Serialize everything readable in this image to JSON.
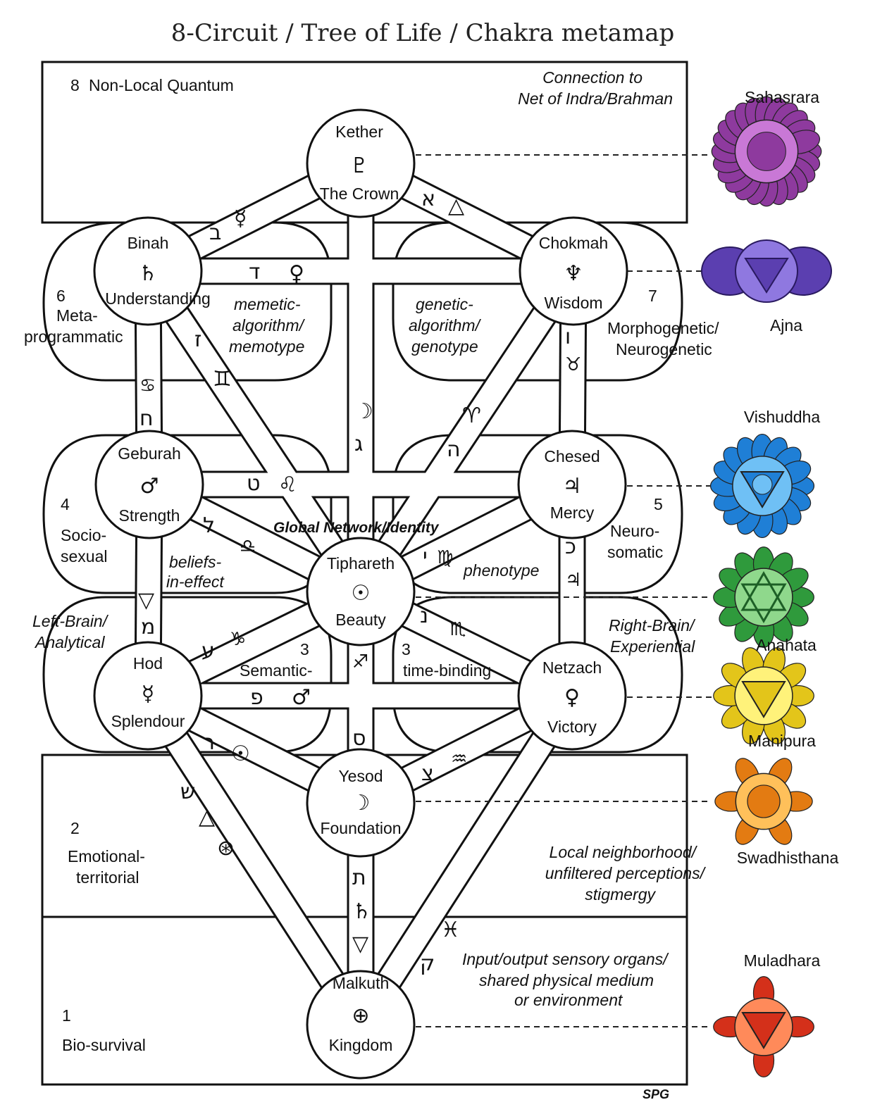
{
  "title": "8-Circuit / Tree of Life / Chakra metamap",
  "circuits": {
    "c8": {
      "num": "8",
      "label": "Non-Local Quantum",
      "note_line1": "Connection to",
      "note_line2": "Net of Indra/Brahman"
    },
    "c7": {
      "num": "7",
      "line1": "Morphogenetic/",
      "line2": "Neurogenetic"
    },
    "c6": {
      "num": "6",
      "line1": "Meta-",
      "line2": "programmatic"
    },
    "c5": {
      "num": "5",
      "line1": "Neuro-",
      "line2": "somatic"
    },
    "c4": {
      "num": "4",
      "line1": "Socio-",
      "line2": "sexual"
    },
    "c3_left": {
      "num": "3",
      "label": "Semantic-"
    },
    "c3_right": {
      "num": "3",
      "label": "time-binding"
    },
    "c2": {
      "num": "2",
      "line1": "Emotional-",
      "line2": "territorial"
    },
    "c1": {
      "num": "1",
      "label": "Bio-survival"
    }
  },
  "notes": {
    "memetic": [
      "memetic-",
      "algorithm/",
      "memotype"
    ],
    "genetic": [
      "genetic-",
      "algorithm/",
      "genotype"
    ],
    "global_network": "Global Network/Identity",
    "beliefs": [
      "beliefs-",
      "in-effect"
    ],
    "phenotype": "phenotype",
    "left_brain": [
      "Left-Brain/",
      "Analytical"
    ],
    "right_brain": [
      "Right-Brain/",
      "Experiential"
    ],
    "local": [
      "Local neighborhood/",
      "unfiltered perceptions/",
      "stigmergy"
    ],
    "input": [
      "Input/output sensory organs/",
      "shared physical medium",
      "or environment"
    ]
  },
  "sephiroth": {
    "kether": {
      "name": "Kether",
      "symbol": "♇",
      "title": "The Crown"
    },
    "binah": {
      "name": "Binah",
      "symbol": "♄",
      "title": "Understanding"
    },
    "chokmah": {
      "name": "Chokmah",
      "symbol": "♆",
      "title": "Wisdom"
    },
    "geburah": {
      "name": "Geburah",
      "symbol": "♂",
      "title": "Strength"
    },
    "chesed": {
      "name": "Chesed",
      "symbol": "♃",
      "title": "Mercy"
    },
    "tiphareth": {
      "name": "Tiphareth",
      "symbol": "☉",
      "title": "Beauty"
    },
    "hod": {
      "name": "Hod",
      "symbol": "☿",
      "title": "Splendour"
    },
    "netzach": {
      "name": "Netzach",
      "symbol": "♀",
      "title": "Victory"
    },
    "yesod": {
      "name": "Yesod",
      "symbol": "☽",
      "title": "Foundation"
    },
    "malkuth": {
      "name": "Malkuth",
      "symbol": "⊕",
      "title": "Kingdom"
    }
  },
  "path_glyphs": {
    "kether_binah": [
      "ב",
      "☿"
    ],
    "kether_chokmah": [
      "א",
      "△"
    ],
    "binah_chokmah": [
      "ד",
      "♀"
    ],
    "binah_tiphareth": [
      "ז",
      "♊"
    ],
    "binah_geburah": [
      "♋",
      "ח"
    ],
    "kether_tiphareth": [
      "☽",
      "ג"
    ],
    "chokmah_tiphareth": [
      "♈",
      "ה"
    ],
    "chokmah_chesed": [
      "ו",
      "♉"
    ],
    "geburah_chesed": [
      "ט",
      "♌"
    ],
    "geburah_tiphareth": [
      "ל",
      "♎"
    ],
    "chesed_tiphareth": [
      "י",
      "♍"
    ],
    "geburah_hod": [
      "▽",
      "מ"
    ],
    "chesed_netzach": [
      "כ",
      "♃"
    ],
    "hod_tiphareth": [
      "ע",
      "♑"
    ],
    "netzach_tiphareth": [
      "נ",
      "♏"
    ],
    "tiphareth_yesod": [
      "♐"
    ],
    "hod_netzach": [
      "פ",
      "♂"
    ],
    "hod_yesod": [
      "ר",
      "☉"
    ],
    "netzach_yesod": [
      "צ",
      "♒"
    ],
    "yesod_malkuth": [
      "ת",
      "♄",
      "▽"
    ],
    "hod_malkuth": [
      "ש",
      "△",
      "⊛"
    ],
    "netzach_malkuth": [
      "ק",
      "♓"
    ],
    "tiphareth_yesod_mem": [
      "ס"
    ]
  },
  "chakras": [
    {
      "name": "Sahasrara",
      "color": "#8e3a9e",
      "inner": "#c978d6"
    },
    {
      "name": "Ajna",
      "color": "#5b3fb0",
      "inner": "#8f78e0"
    },
    {
      "name": "Vishuddha",
      "color": "#1f7fd6",
      "inner": "#6fc0f5"
    },
    {
      "name": "Anahata",
      "color": "#2f9a3c",
      "inner": "#8fd88c"
    },
    {
      "name": "Manipura",
      "color": "#e3c51a",
      "inner": "#fff27a"
    },
    {
      "name": "Swadhisthana",
      "color": "#e37b12",
      "inner": "#ffc05a"
    },
    {
      "name": "Muladhara",
      "color": "#d4301a",
      "inner": "#ff8a5a"
    }
  ],
  "signature": "SPG"
}
